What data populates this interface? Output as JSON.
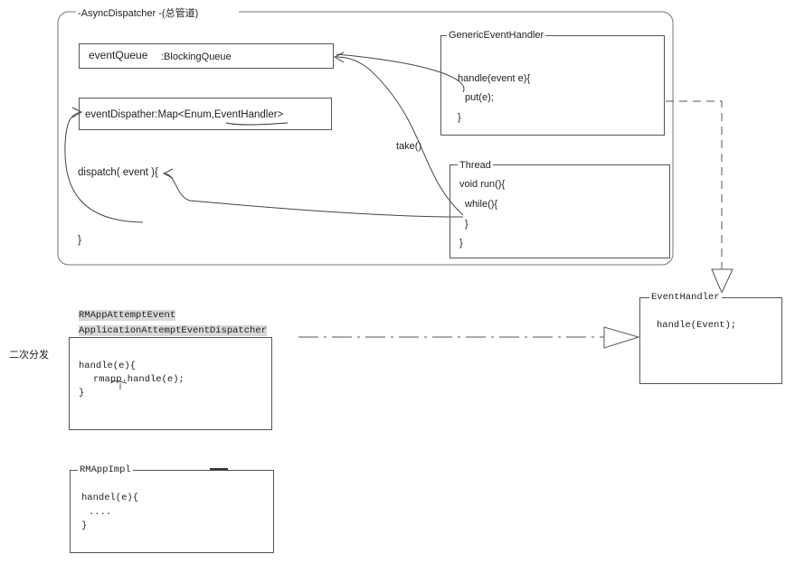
{
  "async_dispatcher": {
    "title": "-AsyncDispatcher -(总管道)",
    "queue_field": "eventQueue",
    "queue_type": ":BlockingQueue",
    "map_field": "eventDispather:Map<Enum,EventHandler>",
    "dispatch_sig": "dispatch( event ){",
    "close_brace": "}"
  },
  "generic_handler": {
    "title": "GenericEventHandler",
    "line1": "handle(event e){",
    "line2": "put(e);",
    "line3": "}"
  },
  "thread_box": {
    "title": "Thread",
    "line1": "void run(){",
    "line2": "while(){",
    "line3": "}",
    "line4": "}"
  },
  "take_label": "take()",
  "event_handler": {
    "title": "EventHandler",
    "method": "handle(Event);"
  },
  "app_attempt": {
    "title_top": "RMAppAttemptEvent",
    "title_bottom": "ApplicationAttemptEventDispatcher",
    "line1": "handle(e){",
    "line2": "rmapp.handle(e);",
    "line3": "}"
  },
  "secondary_dispatch": "二次分发",
  "rmapp_impl": {
    "title": "RMAppImpl",
    "line1": "handel(e){",
    "line2": "....",
    "line3": "}"
  }
}
